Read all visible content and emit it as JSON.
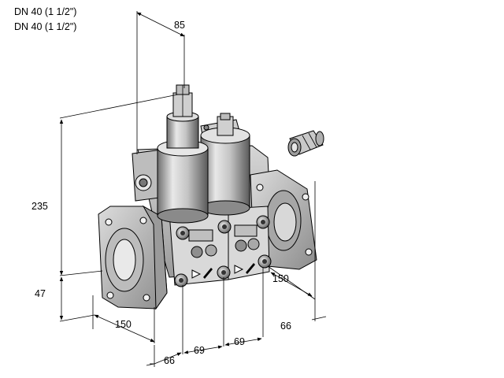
{
  "header": {
    "line1": "DN 40 (1 1/2\")",
    "line2": "DN 40 (1 1/2\")"
  },
  "dimensions": {
    "top_width": "85",
    "height": "235",
    "bottom_offset": "47",
    "flange_left": "150",
    "flange_right": "150",
    "right_66": "66",
    "bottom_66": "66",
    "spacing_1": "69",
    "spacing_2": "69"
  }
}
